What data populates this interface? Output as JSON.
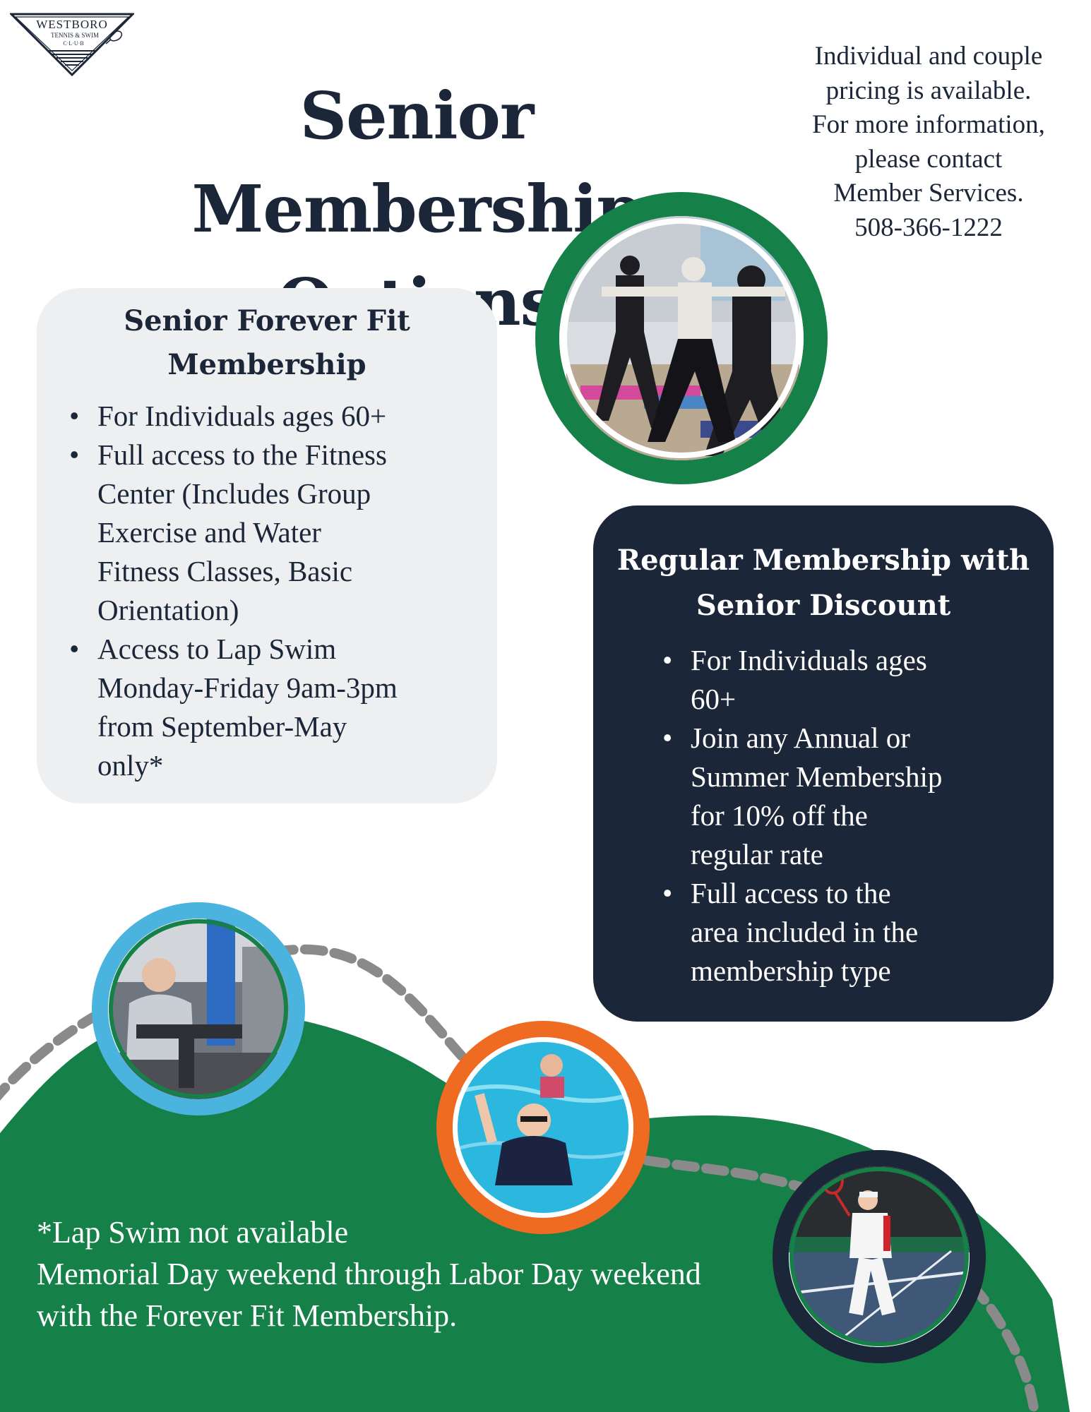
{
  "logo": {
    "name_line1": "WESTBORO",
    "name_line2": "TENNIS & SWIM",
    "name_line3": "C·L·U·B"
  },
  "title": {
    "line1": "Senior Membership",
    "line2": "Options"
  },
  "contact": {
    "lines": [
      "Individual and couple",
      "pricing is available.",
      "For more information,",
      "please contact",
      "Member Services.",
      "508-366-1222"
    ]
  },
  "forever_fit": {
    "title_line1": "Senior Forever Fit",
    "title_line2": "Membership",
    "items": [
      {
        "lines": [
          "For Individuals ages 60+"
        ]
      },
      {
        "lines": [
          "Full access to the Fitness",
          "Center (Includes Group",
          "Exercise and Water",
          "Fitness Classes, Basic",
          "Orientation)"
        ]
      },
      {
        "lines": [
          "Access to Lap Swim",
          "Monday-Friday 9am-3pm",
          "from September-May",
          "only*"
        ]
      }
    ]
  },
  "regular": {
    "title_line1": "Regular Membership with",
    "title_line2": "Senior Discount",
    "items": [
      {
        "lines": [
          "For Individuals ages",
          "60+"
        ]
      },
      {
        "lines": [
          "Join any Annual or",
          "Summer Membership",
          "for 10% off the",
          "regular rate"
        ]
      },
      {
        "lines": [
          "Full access to the",
          "area included in the",
          "membership type"
        ]
      }
    ]
  },
  "footnote": {
    "line1": "*Lap Swim not available",
    "line2": "Memorial Day weekend through Labor Day weekend",
    "line3": "with the Forever Fit Membership."
  },
  "colors": {
    "navy": "#1b2638",
    "green": "#168049",
    "light_gray": "#eeeff1",
    "sky_blue": "#4ab3de",
    "orange": "#ef6b22",
    "dash_gray": "#8a8a8a"
  },
  "photos": [
    {
      "name": "group-exercise-photo",
      "ring_color": "#168049"
    },
    {
      "name": "fitness-machine-photo",
      "ring_color": "#4ab3de"
    },
    {
      "name": "pool-swim-photo",
      "ring_color": "#ef6b22"
    },
    {
      "name": "tennis-photo",
      "ring_color": "#1b2638"
    }
  ]
}
